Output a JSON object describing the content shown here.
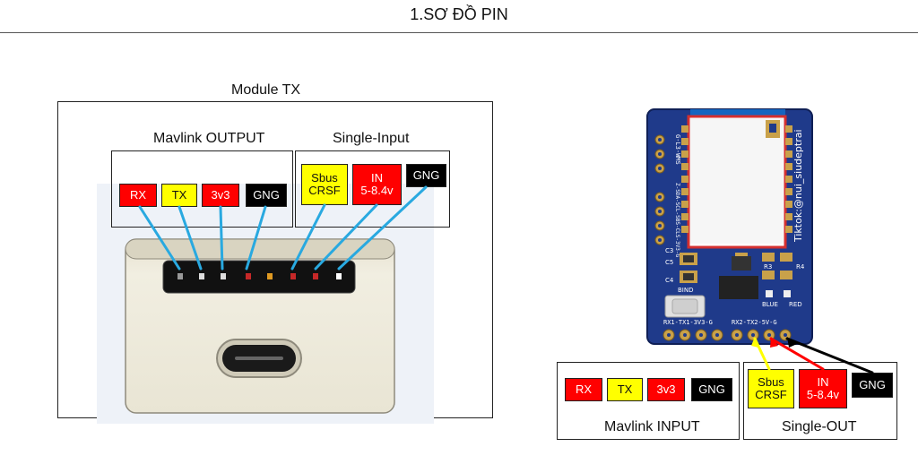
{
  "page": {
    "title": "1.SƠ ĐỒ PIN"
  },
  "module_tx": {
    "label": "Module TX",
    "mavlink_output": {
      "label": "Mavlink OUTPUT",
      "pins": [
        {
          "text": "RX",
          "color": "#ff0000"
        },
        {
          "text": "TX",
          "color": "#ffff00"
        },
        {
          "text": "3v3",
          "color": "#ff0000"
        },
        {
          "text": "GNG",
          "color": "#000000"
        }
      ]
    },
    "single_input": {
      "label": "Single-Input",
      "pins": [
        {
          "line1": "Sbus",
          "line2": "CRSF",
          "color": "#ffff00"
        },
        {
          "line1": "IN",
          "line2": "5-8.4v",
          "color": "#ff0000"
        },
        {
          "line1": "GNG",
          "line2": "",
          "color": "#000000"
        }
      ]
    }
  },
  "board": {
    "side_text": "Tiktok:@nui_siudeptrai",
    "left_pin_text": "G-L3-WMS",
    "left_pin_text2": "Z-SDA-SCL-SBS-CLS-3V3-G",
    "labels": {
      "c5": "C5",
      "c4": "C4",
      "c3": "C3",
      "r3": "R3",
      "r4": "R4",
      "bind": "BIND",
      "blue": "BLUE",
      "red": "RED"
    },
    "bottom_left_row": "RX1-TX1-3V3-G",
    "bottom_right_row": "RX2-TX2-5V-G"
  },
  "mavlink_input": {
    "label": "Mavlink INPUT",
    "pins": [
      {
        "text": "RX",
        "color": "#ff0000"
      },
      {
        "text": "TX",
        "color": "#ffff00"
      },
      {
        "text": "3v3",
        "color": "#ff0000"
      },
      {
        "text": "GNG",
        "color": "#000000"
      }
    ]
  },
  "single_out": {
    "label": "Single-OUT",
    "pins": [
      {
        "line1": "Sbus",
        "line2": "CRSF",
        "color": "#ffff00"
      },
      {
        "line1": "IN",
        "line2": "5-8.4v",
        "color": "#ff0000"
      },
      {
        "line1": "GNG",
        "line2": "",
        "color": "#000000"
      }
    ]
  },
  "colors": {
    "wire_cyan": "#29a9e0",
    "wire_yellow": "#ffff00",
    "wire_red": "#ff0000",
    "wire_black": "#000000",
    "pcb_blue": "#1f3a8a",
    "gold": "#c9a14a",
    "module_bg": "#eef2f8"
  }
}
